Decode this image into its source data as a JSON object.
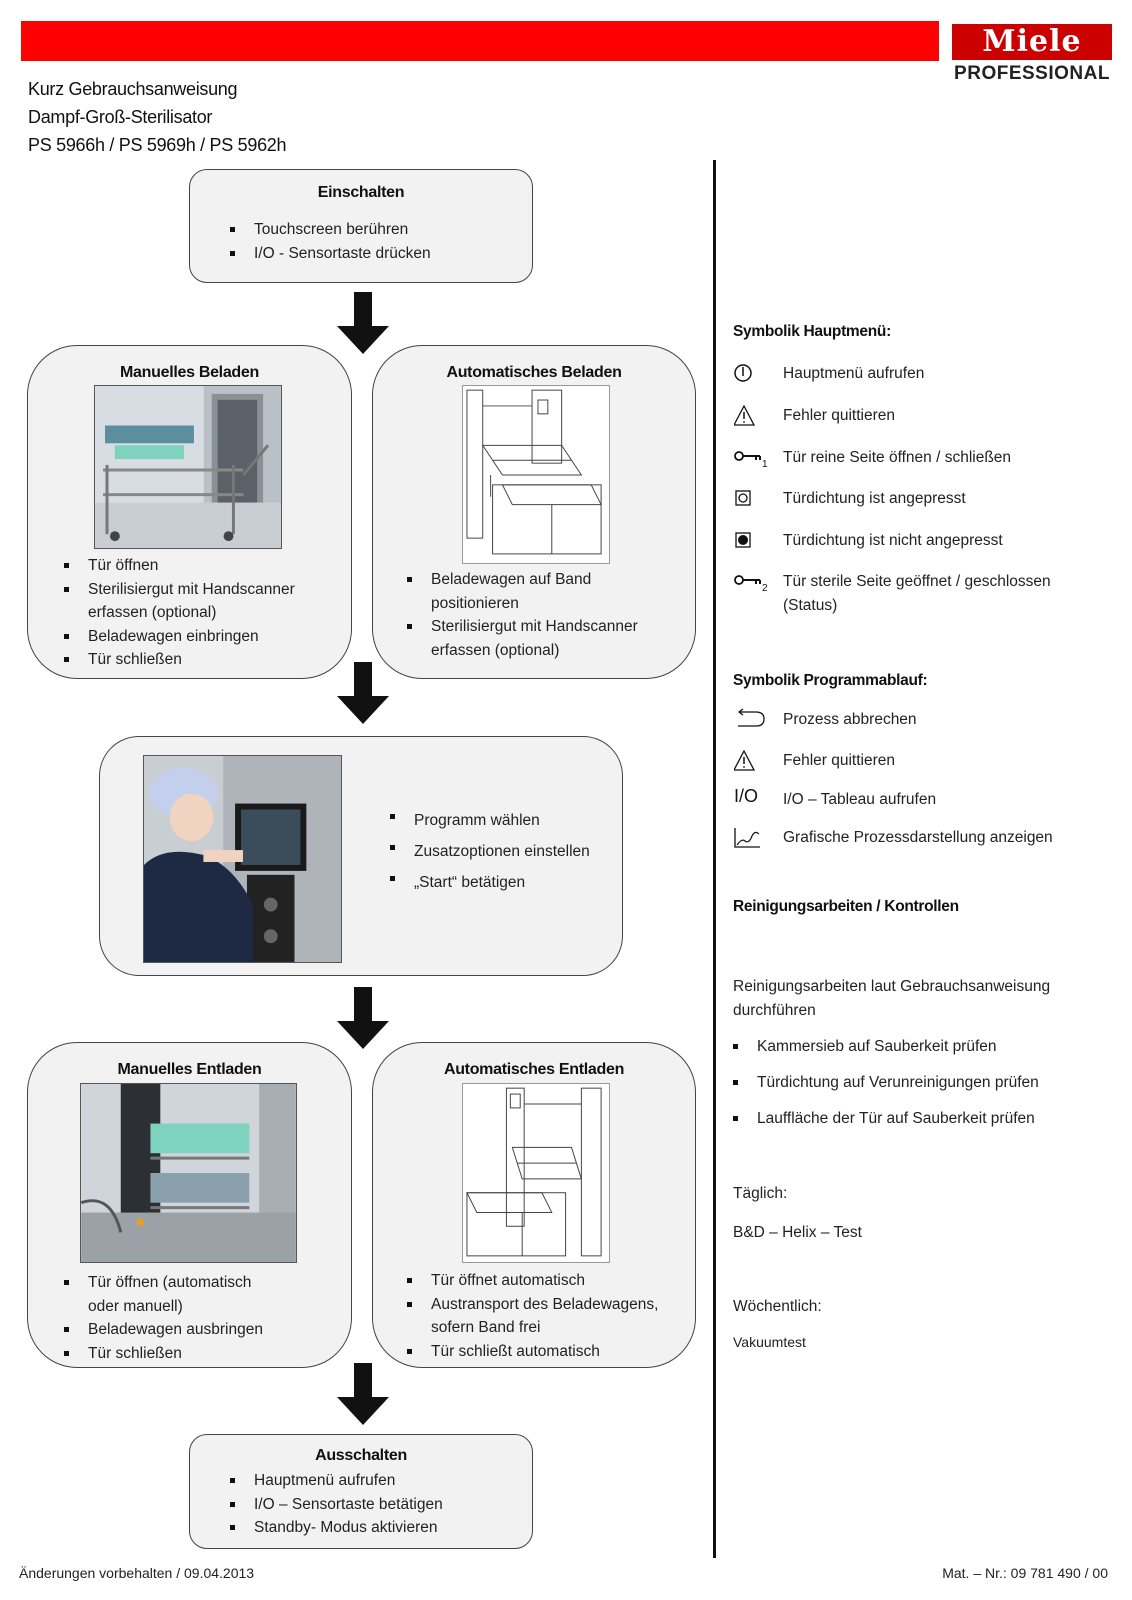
{
  "header": {
    "brand": "Miele",
    "brand_sub": "PROFESSIONAL",
    "title_lines": [
      "Kurz Gebrauchsanweisung",
      "Dampf-Groß-Sterilisator",
      "PS 5966h / PS 5969h / PS 5962h"
    ],
    "accent_color": "#ff0000"
  },
  "flow": {
    "einschalten": {
      "title": "Einschalten",
      "items": [
        "Touchscreen berühren",
        "I/O - Sensortaste drücken"
      ]
    },
    "manuelles_beladen": {
      "title": "Manuelles Beladen",
      "items": [
        "Tür öffnen",
        "Sterilisiergut mit Handscanner erfassen (optional)",
        "Beladewagen einbringen",
        "Tür schließen"
      ]
    },
    "automatisches_beladen": {
      "title": "Automatisches Beladen",
      "items": [
        "Beladewagen auf Band positionieren",
        "Sterilisiergut mit Handscanner erfassen (optional)"
      ]
    },
    "programm": {
      "items": [
        "Programm wählen",
        "Zusatzoptionen einstellen",
        "„Start“ betätigen"
      ]
    },
    "manuelles_entladen": {
      "title": "Manuelles Entladen",
      "items": [
        "Tür öffnen (automatisch oder manuell)",
        "Beladewagen ausbringen",
        "Tür schließen"
      ]
    },
    "automatisches_entladen": {
      "title": "Automatisches Entladen",
      "items": [
        "Tür öffnet automatisch",
        "Austransport des Beladewagens, sofern Band frei",
        "Tür schließt automatisch"
      ]
    },
    "ausschalten": {
      "title": "Ausschalten",
      "items": [
        "Hauptmenü aufrufen",
        "I/O – Sensortaste betätigen",
        "Standby- Modus aktivieren"
      ]
    }
  },
  "sidebar": {
    "hauptmenu_heading": "Symbolik Hauptmenü:",
    "hauptmenu_symbols": [
      {
        "icon": "power-circle-icon",
        "text": "Hauptmenü aufrufen"
      },
      {
        "icon": "warning-triangle-icon",
        "text": "Fehler quittieren"
      },
      {
        "icon": "key-1-icon",
        "icon_sub": "1",
        "text": "Tür reine Seite öffnen / schließen"
      },
      {
        "icon": "seal-pressed-icon",
        "text": "Türdichtung ist angepresst"
      },
      {
        "icon": "seal-not-pressed-icon",
        "text": "Türdichtung ist nicht angepresst"
      },
      {
        "icon": "key-2-icon",
        "icon_sub": "2",
        "text": "Tür sterile Seite geöffnet / geschlossen (Status)"
      }
    ],
    "programm_heading": "Symbolik Programmablauf:",
    "programm_symbols": [
      {
        "icon": "return-arrow-icon",
        "text": "Prozess abbrechen"
      },
      {
        "icon": "warning-triangle-icon",
        "text": "Fehler quittieren"
      },
      {
        "icon": "io-text-icon",
        "icon_text": "I/O",
        "text": "I/O – Tableau aufrufen"
      },
      {
        "icon": "graph-icon",
        "text": "Grafische Prozessdarstellung anzeigen"
      }
    ],
    "reinigung_heading": "Reinigungsarbeiten / Kontrollen",
    "reinigung_intro": "Reinigungsarbeiten laut Gebrauchsanweisung durchführen",
    "reinigung_items": [
      "Kammersieb auf Sauberkeit prüfen",
      "Türdichtung auf Verunreinigungen prüfen",
      "Lauffläche der Tür auf Sauberkeit prüfen"
    ],
    "taeglich_label": "Täglich:",
    "taeglich_value": "B&D – Helix – Test",
    "woechentlich_label": "Wöchentlich:",
    "woechentlich_value": "Vakuumtest"
  },
  "footer": {
    "left": "Änderungen vorbehalten / 09.04.2013",
    "right": "Mat. – Nr.: 09 781 490 / 00"
  }
}
